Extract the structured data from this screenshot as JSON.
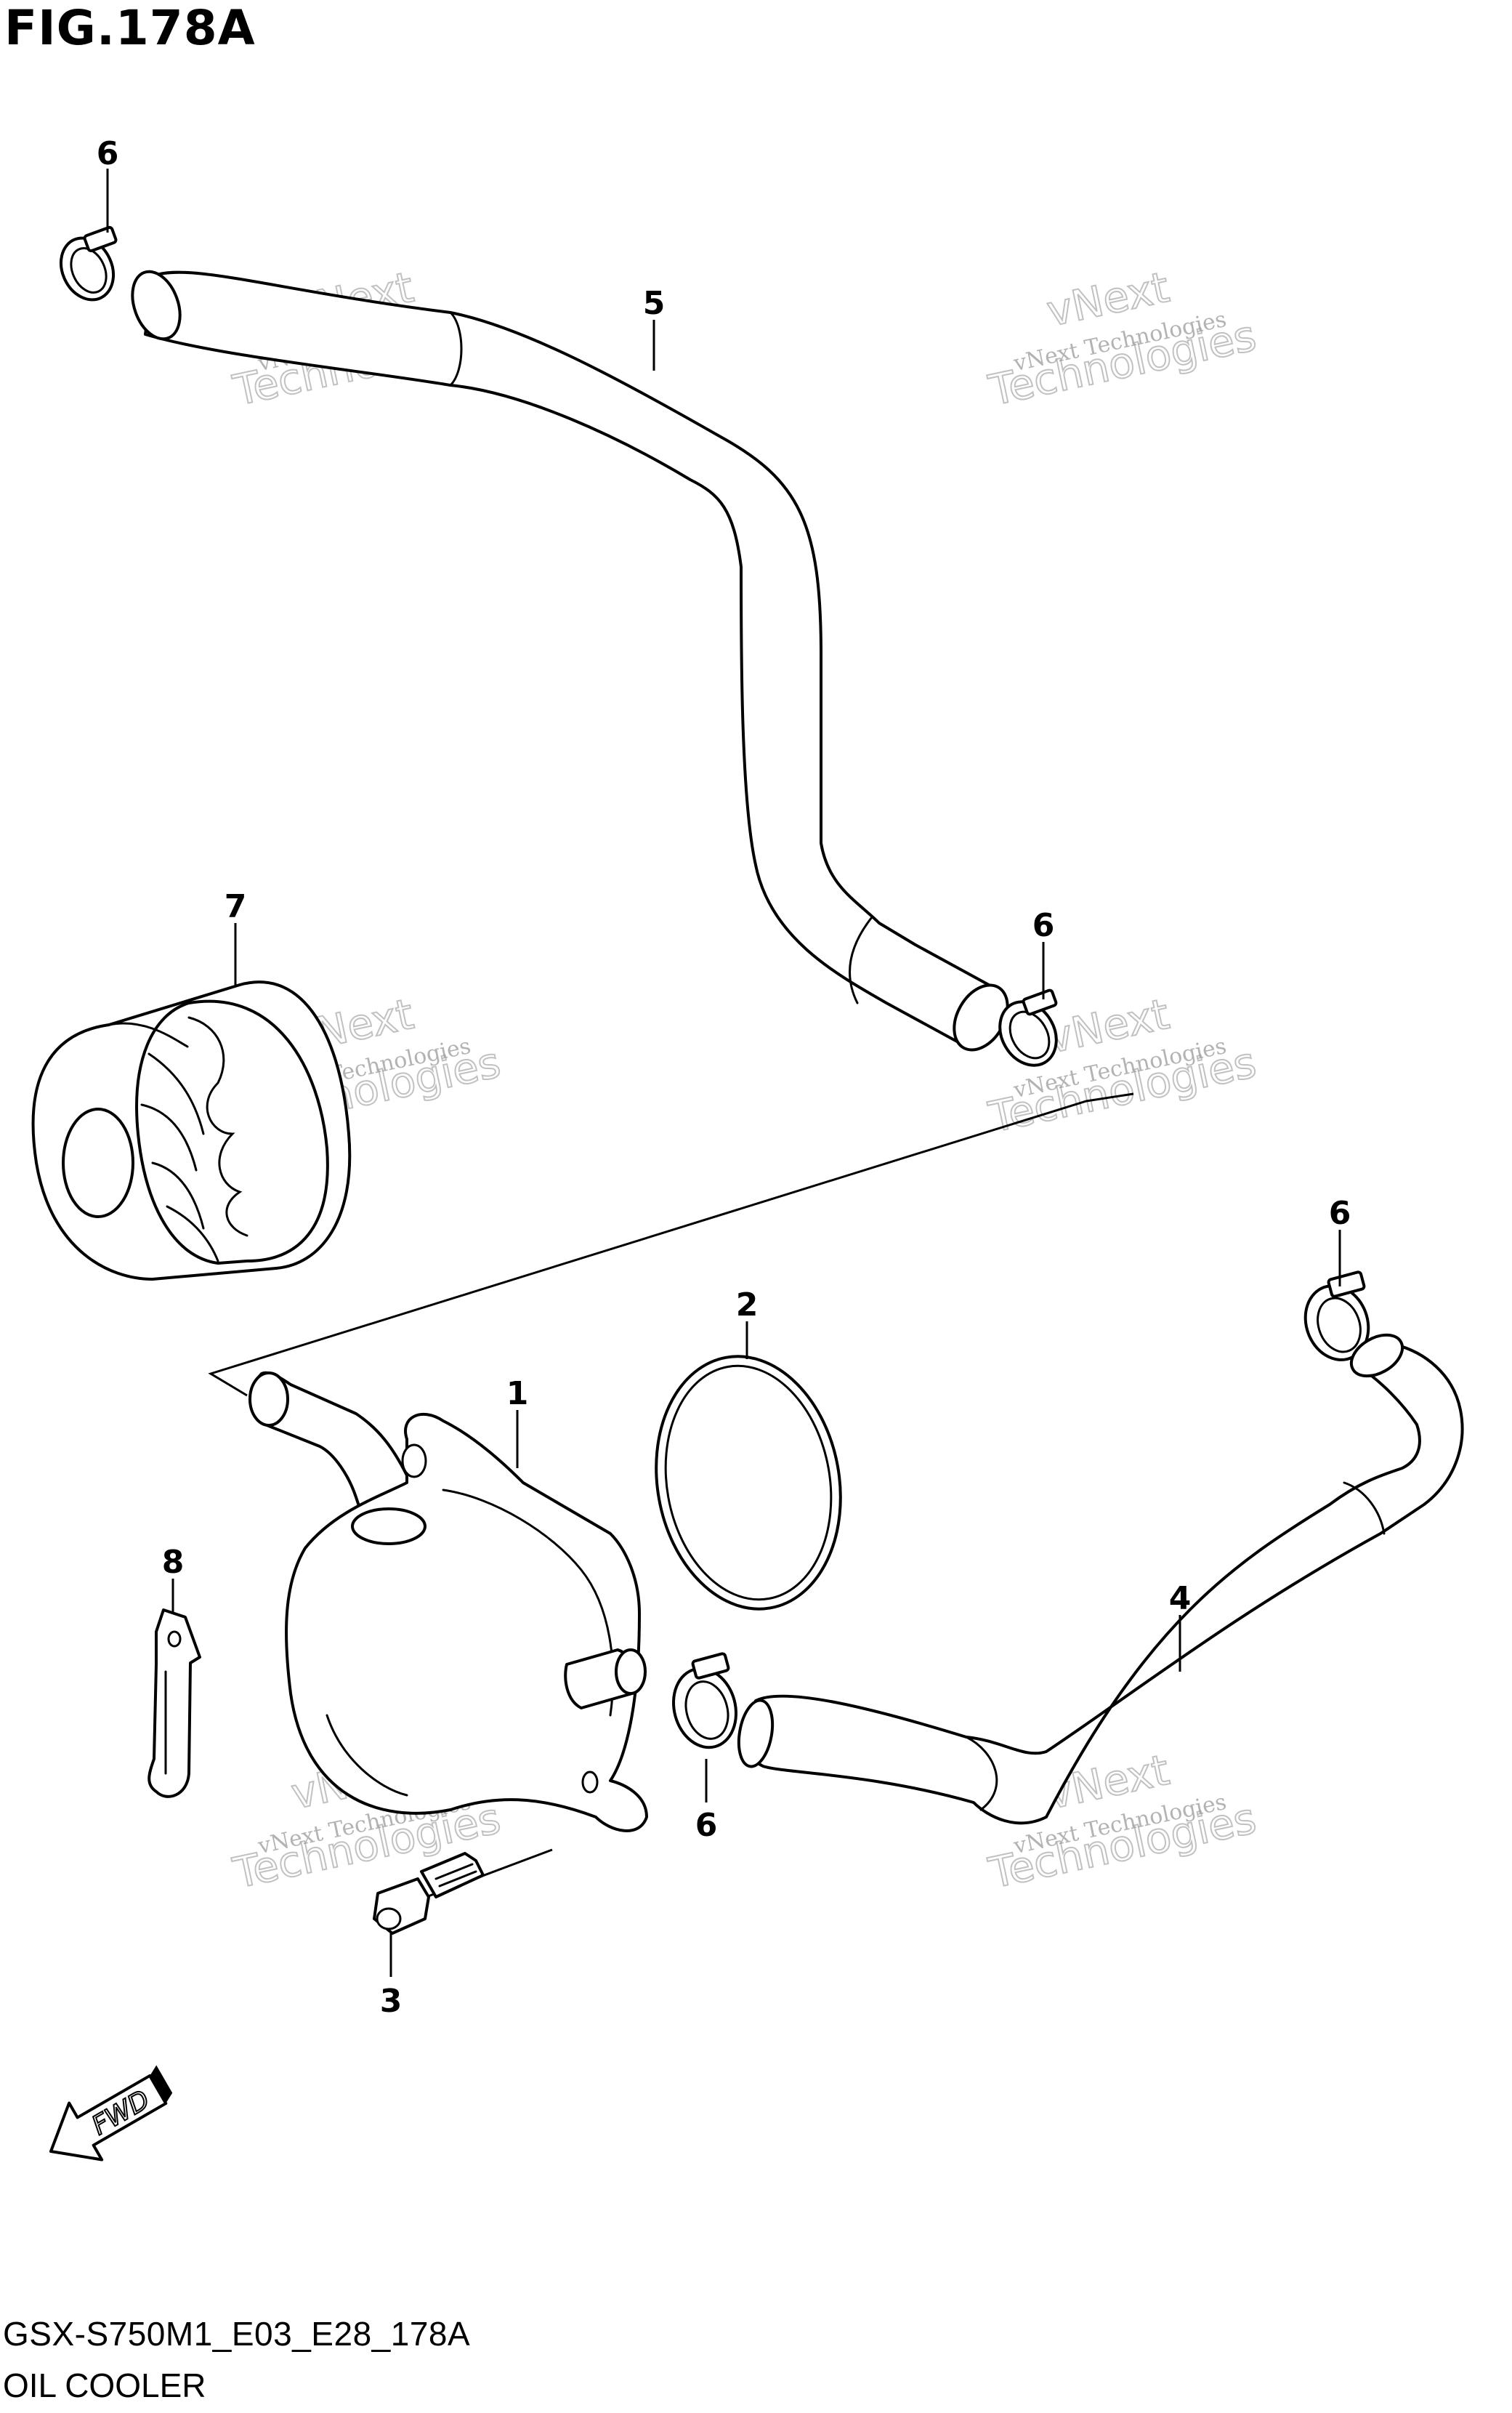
{
  "figure": {
    "title": "FIG.178A",
    "code": "GSX-S750M1_E03_E28_178A",
    "name": "OIL COOLER"
  },
  "callouts": {
    "p1": "1",
    "p2": "2",
    "p3": "3",
    "p4": "4",
    "p5": "5",
    "p6a": "6",
    "p6b": "6",
    "p6c": "6",
    "p6d": "6",
    "p7": "7",
    "p8": "8"
  },
  "direction_marker": "FWD",
  "watermark": {
    "line1": "vNext Technologies",
    "line2": "vNext",
    "line3": "Technologies"
  }
}
